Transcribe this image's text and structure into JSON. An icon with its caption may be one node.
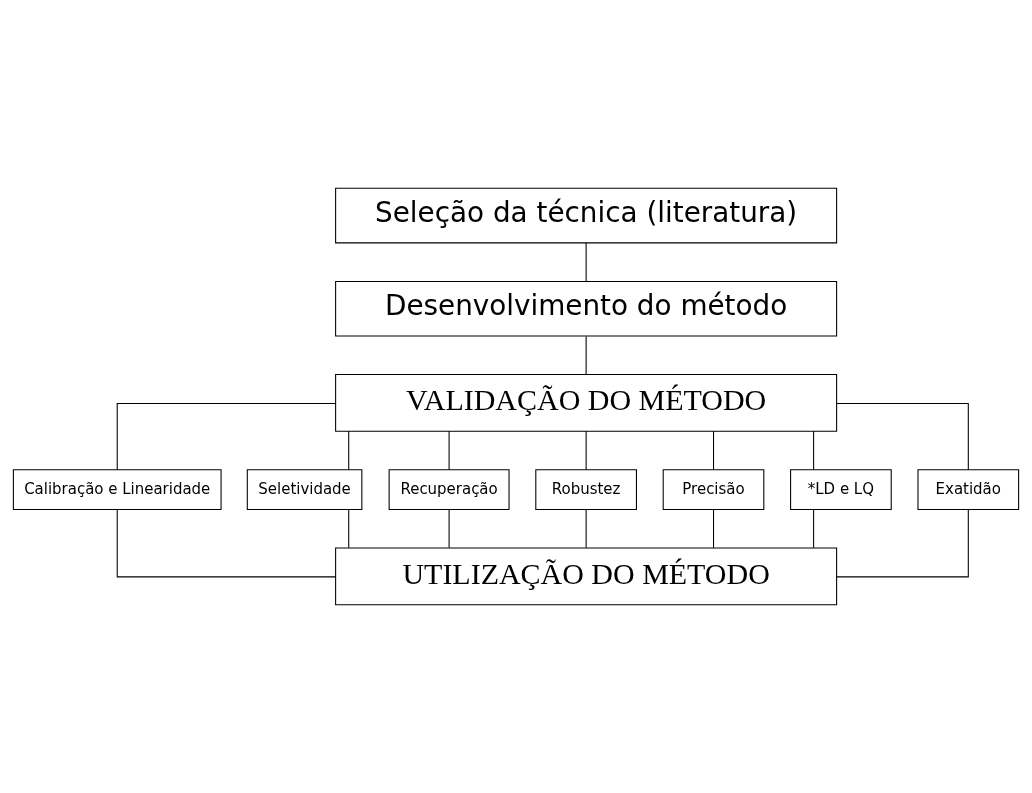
{
  "diagram": {
    "nodes": [
      {
        "text": [
          "Seleção da técnica (literatura)"
        ]
      },
      {
        "text": [
          "Desenvolvimento do método"
        ]
      },
      {
        "text": [
          "VALIDAÇÃO DO MÉTODO"
        ]
      },
      {
        "text": [
          "Calibração e Linearidade"
        ]
      },
      {
        "text": [
          "Seletividade"
        ]
      },
      {
        "text": [
          "Recuperação"
        ]
      },
      {
        "text": [
          "Robustez"
        ]
      },
      {
        "text": [
          "Precisão"
        ]
      },
      {
        "text": [
          "*LD e LQ"
        ]
      },
      {
        "text": [
          "Exatidão"
        ]
      },
      {
        "text": [
          "UTILIZAÇÃO DO MÉTODO"
        ]
      }
    ],
    "edges": [
      {
        "from": 0,
        "to": 1,
        "arrow": "none"
      },
      {
        "from": 1,
        "to": 2,
        "arrow": "none"
      },
      {
        "from": 2,
        "to": 3,
        "arrow": "none"
      },
      {
        "from": 2,
        "to": 7,
        "arrow": "none"
      },
      {
        "from": 2,
        "to": 4,
        "arrow": "none"
      },
      {
        "from": 2,
        "to": 8,
        "arrow": "none"
      },
      {
        "from": 2,
        "to": 5,
        "arrow": "none"
      },
      {
        "from": 2,
        "to": 9,
        "arrow": "none"
      },
      {
        "from": 2,
        "to": 6,
        "arrow": "none"
      },
      {
        "from": 3,
        "to": 10,
        "arrow": "none"
      },
      {
        "from": 7,
        "to": 10,
        "arrow": "none"
      },
      {
        "from": 4,
        "to": 10,
        "arrow": "none"
      },
      {
        "from": 8,
        "to": 10,
        "arrow": "none"
      },
      {
        "from": 5,
        "to": 10,
        "arrow": "none"
      },
      {
        "from": 9,
        "to": 10,
        "arrow": "none"
      },
      {
        "from": 6,
        "to": 10,
        "arrow": "none"
      }
    ]
  }
}
